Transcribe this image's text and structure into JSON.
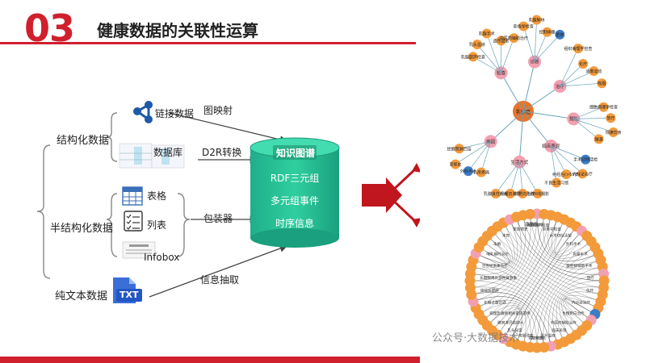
{
  "header": {
    "number": "03",
    "title": "健康数据的关联性运算"
  },
  "sources": {
    "structured": "结构化数据",
    "semi_structured": "半结构化数据",
    "plain_text": "纯文本数据"
  },
  "items": {
    "linked_data": "链接数据",
    "database": "数据库",
    "table": "表格",
    "list": "列表",
    "infobox": "Infobox",
    "txt": "TXT"
  },
  "methods": {
    "graph_mapping": "图映射",
    "d2r": "D2R转换",
    "wrapper": "包装器",
    "extraction": "信息抽取"
  },
  "cylinder": {
    "title": "知识图谱",
    "line1": "RDF三元组",
    "line2": "多元组事件",
    "line3": "时序信息"
  },
  "graph_top": {
    "center": "乳腺癌",
    "hubs": [
      "检查",
      "诊断",
      "治疗",
      "预防",
      "临床表现",
      "生活方式",
      "病因"
    ],
    "labels": [
      "乳腺超声检查",
      "影像学检查",
      "组织病理学检查",
      "细胞病理学检查",
      "手术切除活检",
      "乳腺X线摄影",
      "乳房疼痛",
      "乳头溢液",
      "乳腺肿块",
      "化疗",
      "放疗",
      "内分泌治疗",
      "生物靶向治疗",
      "外科手术",
      "乳腺手术",
      "控制体重",
      "适度运动",
      "规律饮食",
      "绝经后(>55岁)",
      "月经初潮早",
      "家族史",
      "遗传因素",
      "肥胖",
      "吸烟",
      "酗酒",
      "不良生活习惯",
      "乳腺良性疾病",
      "经腋窝淋巴结",
      "中医药辅助治疗"
    ]
  },
  "graph_bottom": {
    "labels": [
      "乳腺癌",
      "乳腺超声检查",
      "影像学检查",
      "手术切除活检",
      "外科手术",
      "乳腺手术",
      "腹腔镜辅助手术",
      "放疗",
      "化疗",
      "内分泌治疗",
      "生物靶向治疗",
      "中医药辅助治疗",
      "临床表现",
      "乳头溢液",
      "乳房疼痛",
      "乳头凹陷",
      "皮肤改变",
      "乳头异常",
      "腋窝淋巴结肿大",
      "病理乳腺癌相关家族遗传",
      "长期过量饮酒",
      "绝经后肥胖",
      "长期服用外源性雌激素",
      "活性经激素治疗",
      "哺乳期时间长",
      "未婚",
      "未育",
      "家族病史",
      "月经初潮早"
    ]
  },
  "watermark": "公众号·大数据技术"
}
